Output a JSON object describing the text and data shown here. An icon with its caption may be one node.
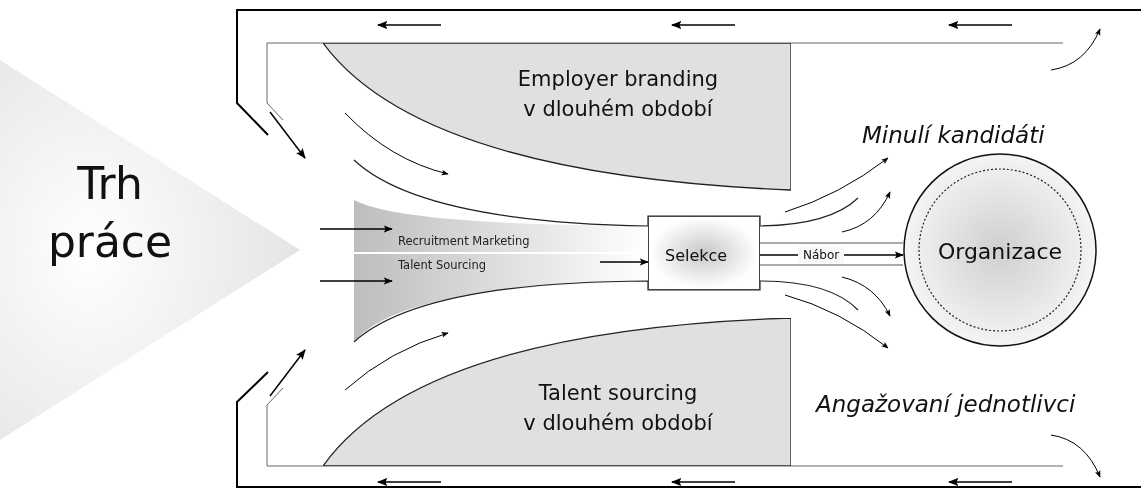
{
  "diagram": {
    "nodes": [
      {
        "text": [
          "Trh práce"
        ]
      },
      {
        "text": [
          "Employer branding v dlouhém období"
        ]
      },
      {
        "text": [
          "Talent sourcing v dlouhém období"
        ]
      },
      {
        "text": [
          "Recruitment Marketing"
        ]
      },
      {
        "text": [
          "Talent Sourcing"
        ]
      },
      {
        "text": [
          "Selekce"
        ]
      },
      {
        "text": [
          "Organizace"
        ]
      }
    ],
    "edges": [
      {
        "from": 0,
        "to": 3,
        "arrow": "to"
      },
      {
        "from": 0,
        "to": 4,
        "arrow": "to"
      },
      {
        "from": null,
        "to": 5,
        "arrow": "to"
      },
      {
        "from": 5,
        "to": 6,
        "arrow": "to",
        "label": "Nábor"
      }
    ],
    "labels": [
      "Minulí kandidáti",
      "Angažovaní jednotlivci"
    ]
  }
}
